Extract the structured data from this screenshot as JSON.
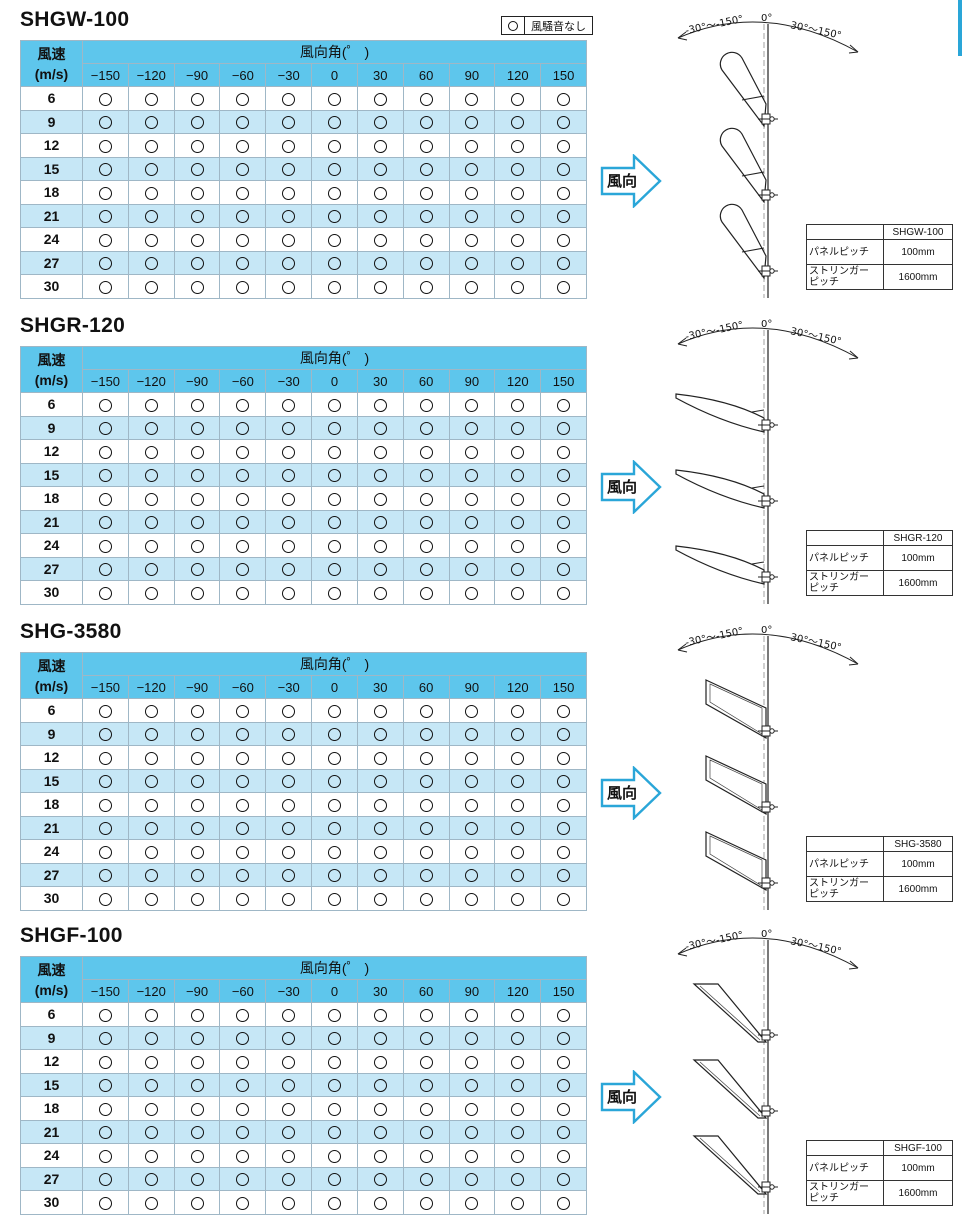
{
  "legend": {
    "mark": "circle",
    "text": "風騒音なし"
  },
  "table_headers": {
    "speed_label": "風速",
    "speed_unit": "(m/s)",
    "angle_label": "風向角(゜ )",
    "angles": [
      "−150",
      "−120",
      "−90",
      "−60",
      "−30",
      "0",
      "30",
      "60",
      "90",
      "120",
      "150"
    ],
    "speeds": [
      "6",
      "9",
      "12",
      "15",
      "18",
      "21",
      "24",
      "27",
      "30"
    ]
  },
  "direction_arrow": {
    "label": "風向",
    "color": "#2aa6d8"
  },
  "diagram_labels": {
    "left_range": "-30°～-150°",
    "center": "0°",
    "right_range": "30°～150°"
  },
  "spec_labels": {
    "panel_pitch": "パネルピッチ",
    "stringer_pitch_line1": "ストリンガー",
    "stringer_pitch_line2": "ピッチ"
  },
  "sections": [
    {
      "title": "SHGW-100",
      "spec_model": "SHGW-100",
      "panel_pitch": "100mm",
      "stringer_pitch": "1600mm",
      "blade": "rounded",
      "all_marks": "circle"
    },
    {
      "title": "SHGR-120",
      "spec_model": "SHGR-120",
      "panel_pitch": "100mm",
      "stringer_pitch": "1600mm",
      "blade": "curved",
      "all_marks": "circle"
    },
    {
      "title": "SHG-3580",
      "spec_model": "SHG-3580",
      "panel_pitch": "100mm",
      "stringer_pitch": "1600mm",
      "blade": "flat",
      "all_marks": "circle"
    },
    {
      "title": "SHGF-100",
      "spec_model": "SHGF-100",
      "panel_pitch": "100mm",
      "stringer_pitch": "1600mm",
      "blade": "angled",
      "all_marks": "circle"
    }
  ],
  "colors": {
    "header_blue": "#5ec6ec",
    "row_alt": "#c6e7f6",
    "accent": "#2aa6d8"
  }
}
